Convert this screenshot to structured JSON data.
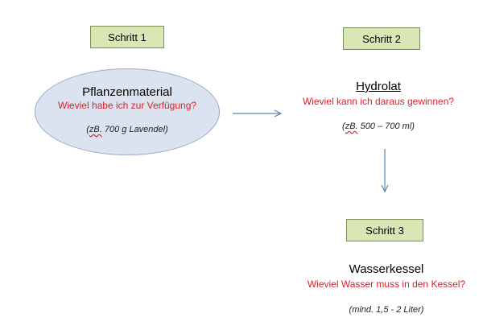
{
  "steps": {
    "step1": {
      "label": "Schritt 1",
      "title": "Pflanzenmaterial",
      "question": "Wieviel habe ich zur Verfügung?",
      "example_prefix": "(",
      "example_abbr": "zB.",
      "example_rest": " 700 g Lavendel)"
    },
    "step2": {
      "label": "Schritt 2",
      "title": "Hydrolat",
      "question": "Wieviel kann ich daraus gewinnen?",
      "example_prefix": "(",
      "example_abbr": "zB.",
      "example_rest": " 500 – 700 ml)"
    },
    "step3": {
      "label": "Schritt 3",
      "title": "Wasserkessel",
      "question": "Wieviel Wasser muss in den Kessel?",
      "example": "(mind. 1,5 - 2 Liter)"
    }
  },
  "colors": {
    "label_fill": "#d8e7b4",
    "label_border": "#7a8e52",
    "ellipse_fill": "#dae3ef",
    "question_text": "#d8232a",
    "arrow": "#5b87b3"
  }
}
